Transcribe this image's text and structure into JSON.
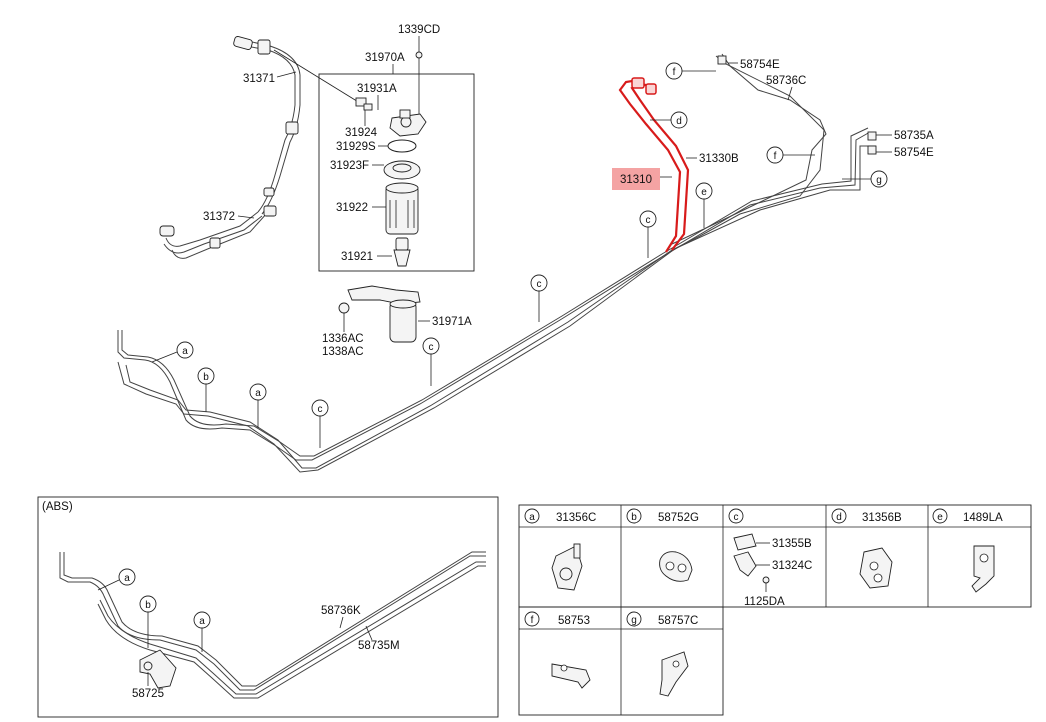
{
  "labels": {
    "p1339CD": "1339CD",
    "p31970A": "31970A",
    "p31371": "31371",
    "p31931A": "31931A",
    "p31924": "31924",
    "p31929S": "31929S",
    "p31923F": "31923F",
    "p31922": "31922",
    "p31921": "31921",
    "p31372": "31372",
    "p31971A": "31971A",
    "p1336AC": "1336AC",
    "p1338AC": "1338AC",
    "p58754E_top": "58754E",
    "p58736C": "58736C",
    "p31330B": "31330B",
    "p31310": "31310",
    "p58735A": "58735A",
    "p58754E_right": "58754E",
    "abs": "(ABS)",
    "p58736K": "58736K",
    "p58735M": "58735M",
    "p58725": "58725"
  },
  "callouts": {
    "a": "a",
    "b": "b",
    "c": "c",
    "d": "d",
    "e": "e",
    "f": "f",
    "g": "g"
  },
  "legend": {
    "cells": [
      {
        "letter": "a",
        "part": "31356C"
      },
      {
        "letter": "b",
        "part": "58752G"
      },
      {
        "letter": "c",
        "part": "",
        "sub": [
          "31355B",
          "31324C",
          "1125DA"
        ]
      },
      {
        "letter": "d",
        "part": "31356B"
      },
      {
        "letter": "e",
        "part": "1489LA"
      },
      {
        "letter": "f",
        "part": "58753"
      },
      {
        "letter": "g",
        "part": "58757C"
      }
    ]
  },
  "colors": {
    "highlight": "#d81b1b",
    "highlight_label_bg": "#f4a3a3"
  }
}
